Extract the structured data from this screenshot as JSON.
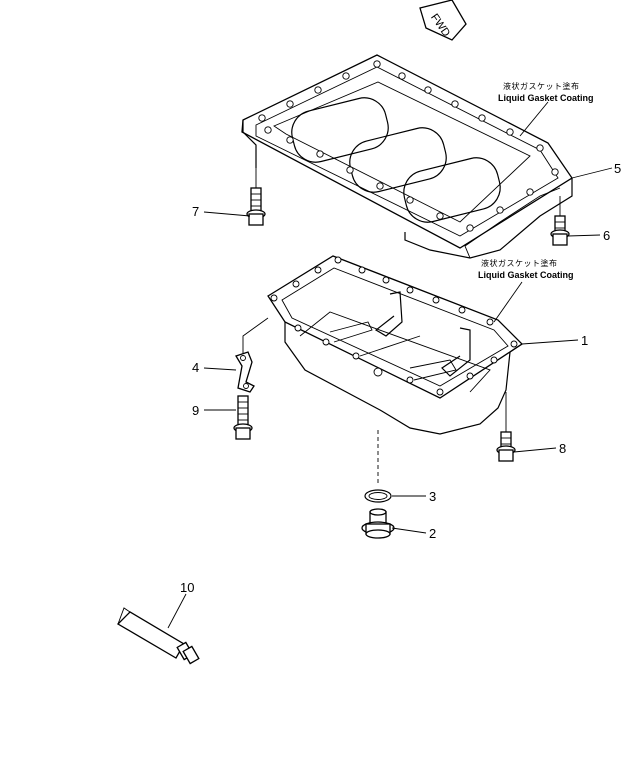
{
  "direction_mark": "FWD",
  "notes": [
    {
      "jp": "液状ガスケット塗布",
      "en": "Liquid Gasket Coating"
    },
    {
      "jp": "液状ガスケット塗布",
      "en": "Liquid Gasket Coating"
    }
  ],
  "callouts": {
    "c1": "1",
    "c2": "2",
    "c3": "3",
    "c4": "4",
    "c5": "5",
    "c6": "6",
    "c7": "7",
    "c8": "8",
    "c9": "9",
    "c10": "10"
  }
}
